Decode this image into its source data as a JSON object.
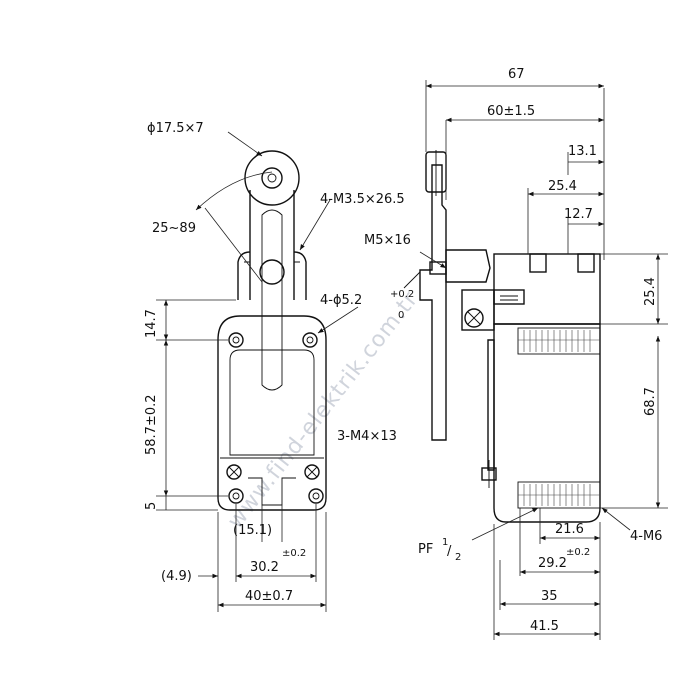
{
  "watermark": "www.find-elektrik.com.tr",
  "front_view": {
    "roller": "ϕ17.5×7",
    "angle": "25~89",
    "lever_screw": "4-M3.5×26.5",
    "mount_hole": "4-ϕ5.2",
    "mount_hole_tol_plus": "+0.2",
    "mount_hole_tol_minus": "0",
    "dim_14_7": "14.7",
    "dim_58_7": "58.7±0.2",
    "dim_5": "5",
    "body_screw": "3-M4×13",
    "dim_15_1": "(15.1)",
    "dim_30_2": "30.2",
    "dim_30_2_tol": "±0.2",
    "dim_4_9": "(4.9)",
    "dim_40": "40±0.7"
  },
  "side_view": {
    "dim_67": "67",
    "dim_60": "60±1.5",
    "dim_13_1": "13.1",
    "dim_25_4_top": "25.4",
    "dim_12_7": "12.7",
    "lever_thread": "M5×16",
    "dim_25_4_right": "25.4",
    "dim_68_7": "68.7",
    "side_screws": "4-M6",
    "conduit": "PF",
    "conduit_num": "1",
    "conduit_den": "2",
    "dim_21_6": "21.6",
    "dim_29_2": "29.2",
    "dim_29_2_tol": "±0.2",
    "dim_35": "35",
    "dim_41_5": "41.5"
  }
}
